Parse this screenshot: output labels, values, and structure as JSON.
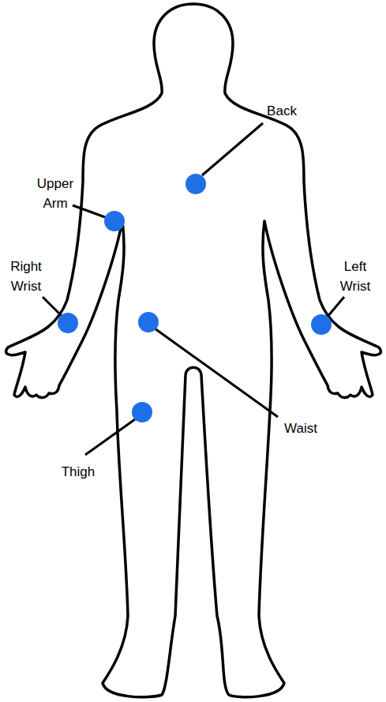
{
  "diagram": {
    "labels": [
      "Back",
      "Upper Arm",
      "Right Wrist",
      "Left Wrist",
      "Waist",
      "Thigh"
    ]
  }
}
